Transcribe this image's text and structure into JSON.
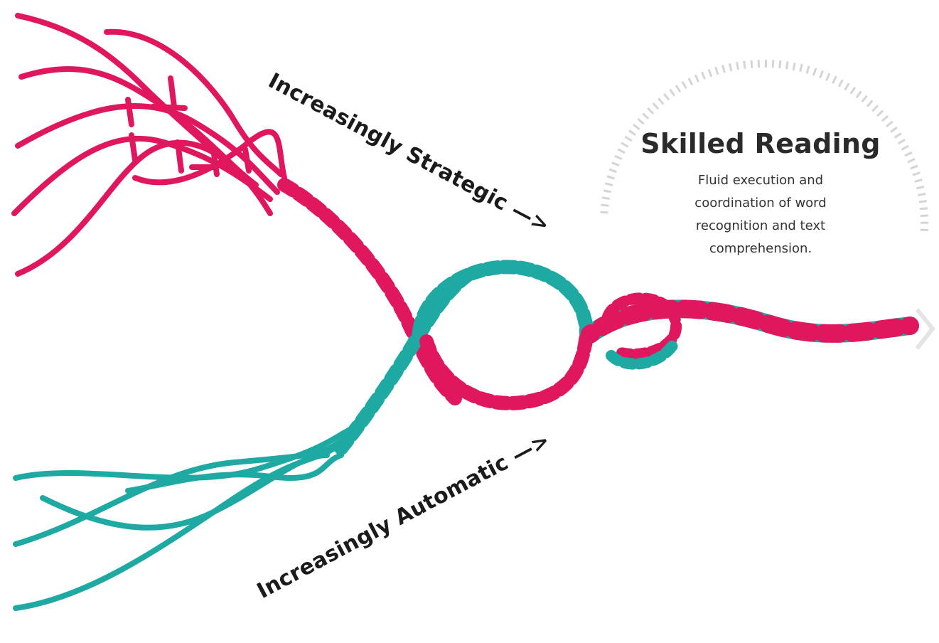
{
  "labels": {
    "strategic": "Increasingly Strategic —>",
    "automatic": "Increasingly Automatic —>"
  },
  "skilled_reading": {
    "title": "Skilled Reading",
    "description": "Fluid execution and coordination of word recognition and text comprehension."
  },
  "colors": {
    "upper_strands": "#e0175f",
    "lower_strands": "#1eaaa2",
    "dotted_arc": "#d4d4d4",
    "background": "#ffffff"
  }
}
